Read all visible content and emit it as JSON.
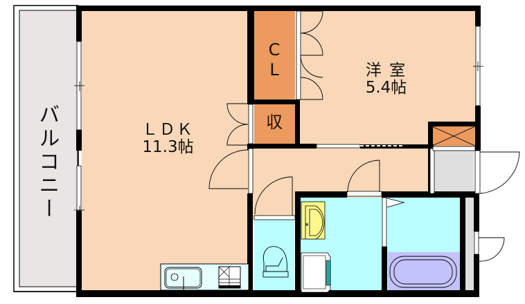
{
  "floorplan": {
    "colors": {
      "wall": "#000000",
      "room_floor": "#f8d8b8",
      "storage": "#ec9a5e",
      "balcony": "#e9e5e5",
      "wet_area": "#baffff",
      "bath_tub": "#c4c2fb",
      "vanity": "#fef88a",
      "kitchen_counter": "#e8ffff",
      "entry_floor": "#dedede",
      "washer_accent": "#2aa5a5"
    },
    "rooms": {
      "balcony": {
        "label": "バルコニー"
      },
      "ldk": {
        "name": "ＬＤＫ",
        "size": "11.3帖"
      },
      "western_room": {
        "name": "洋 室",
        "size": "5.4帖"
      },
      "closet": {
        "label": "CL"
      },
      "storage": {
        "label": "収"
      }
    },
    "fixtures": [
      "kitchen-sink",
      "stove",
      "toilet",
      "washbasin",
      "washing-machine",
      "bathtub",
      "shoe-cabinet"
    ]
  }
}
